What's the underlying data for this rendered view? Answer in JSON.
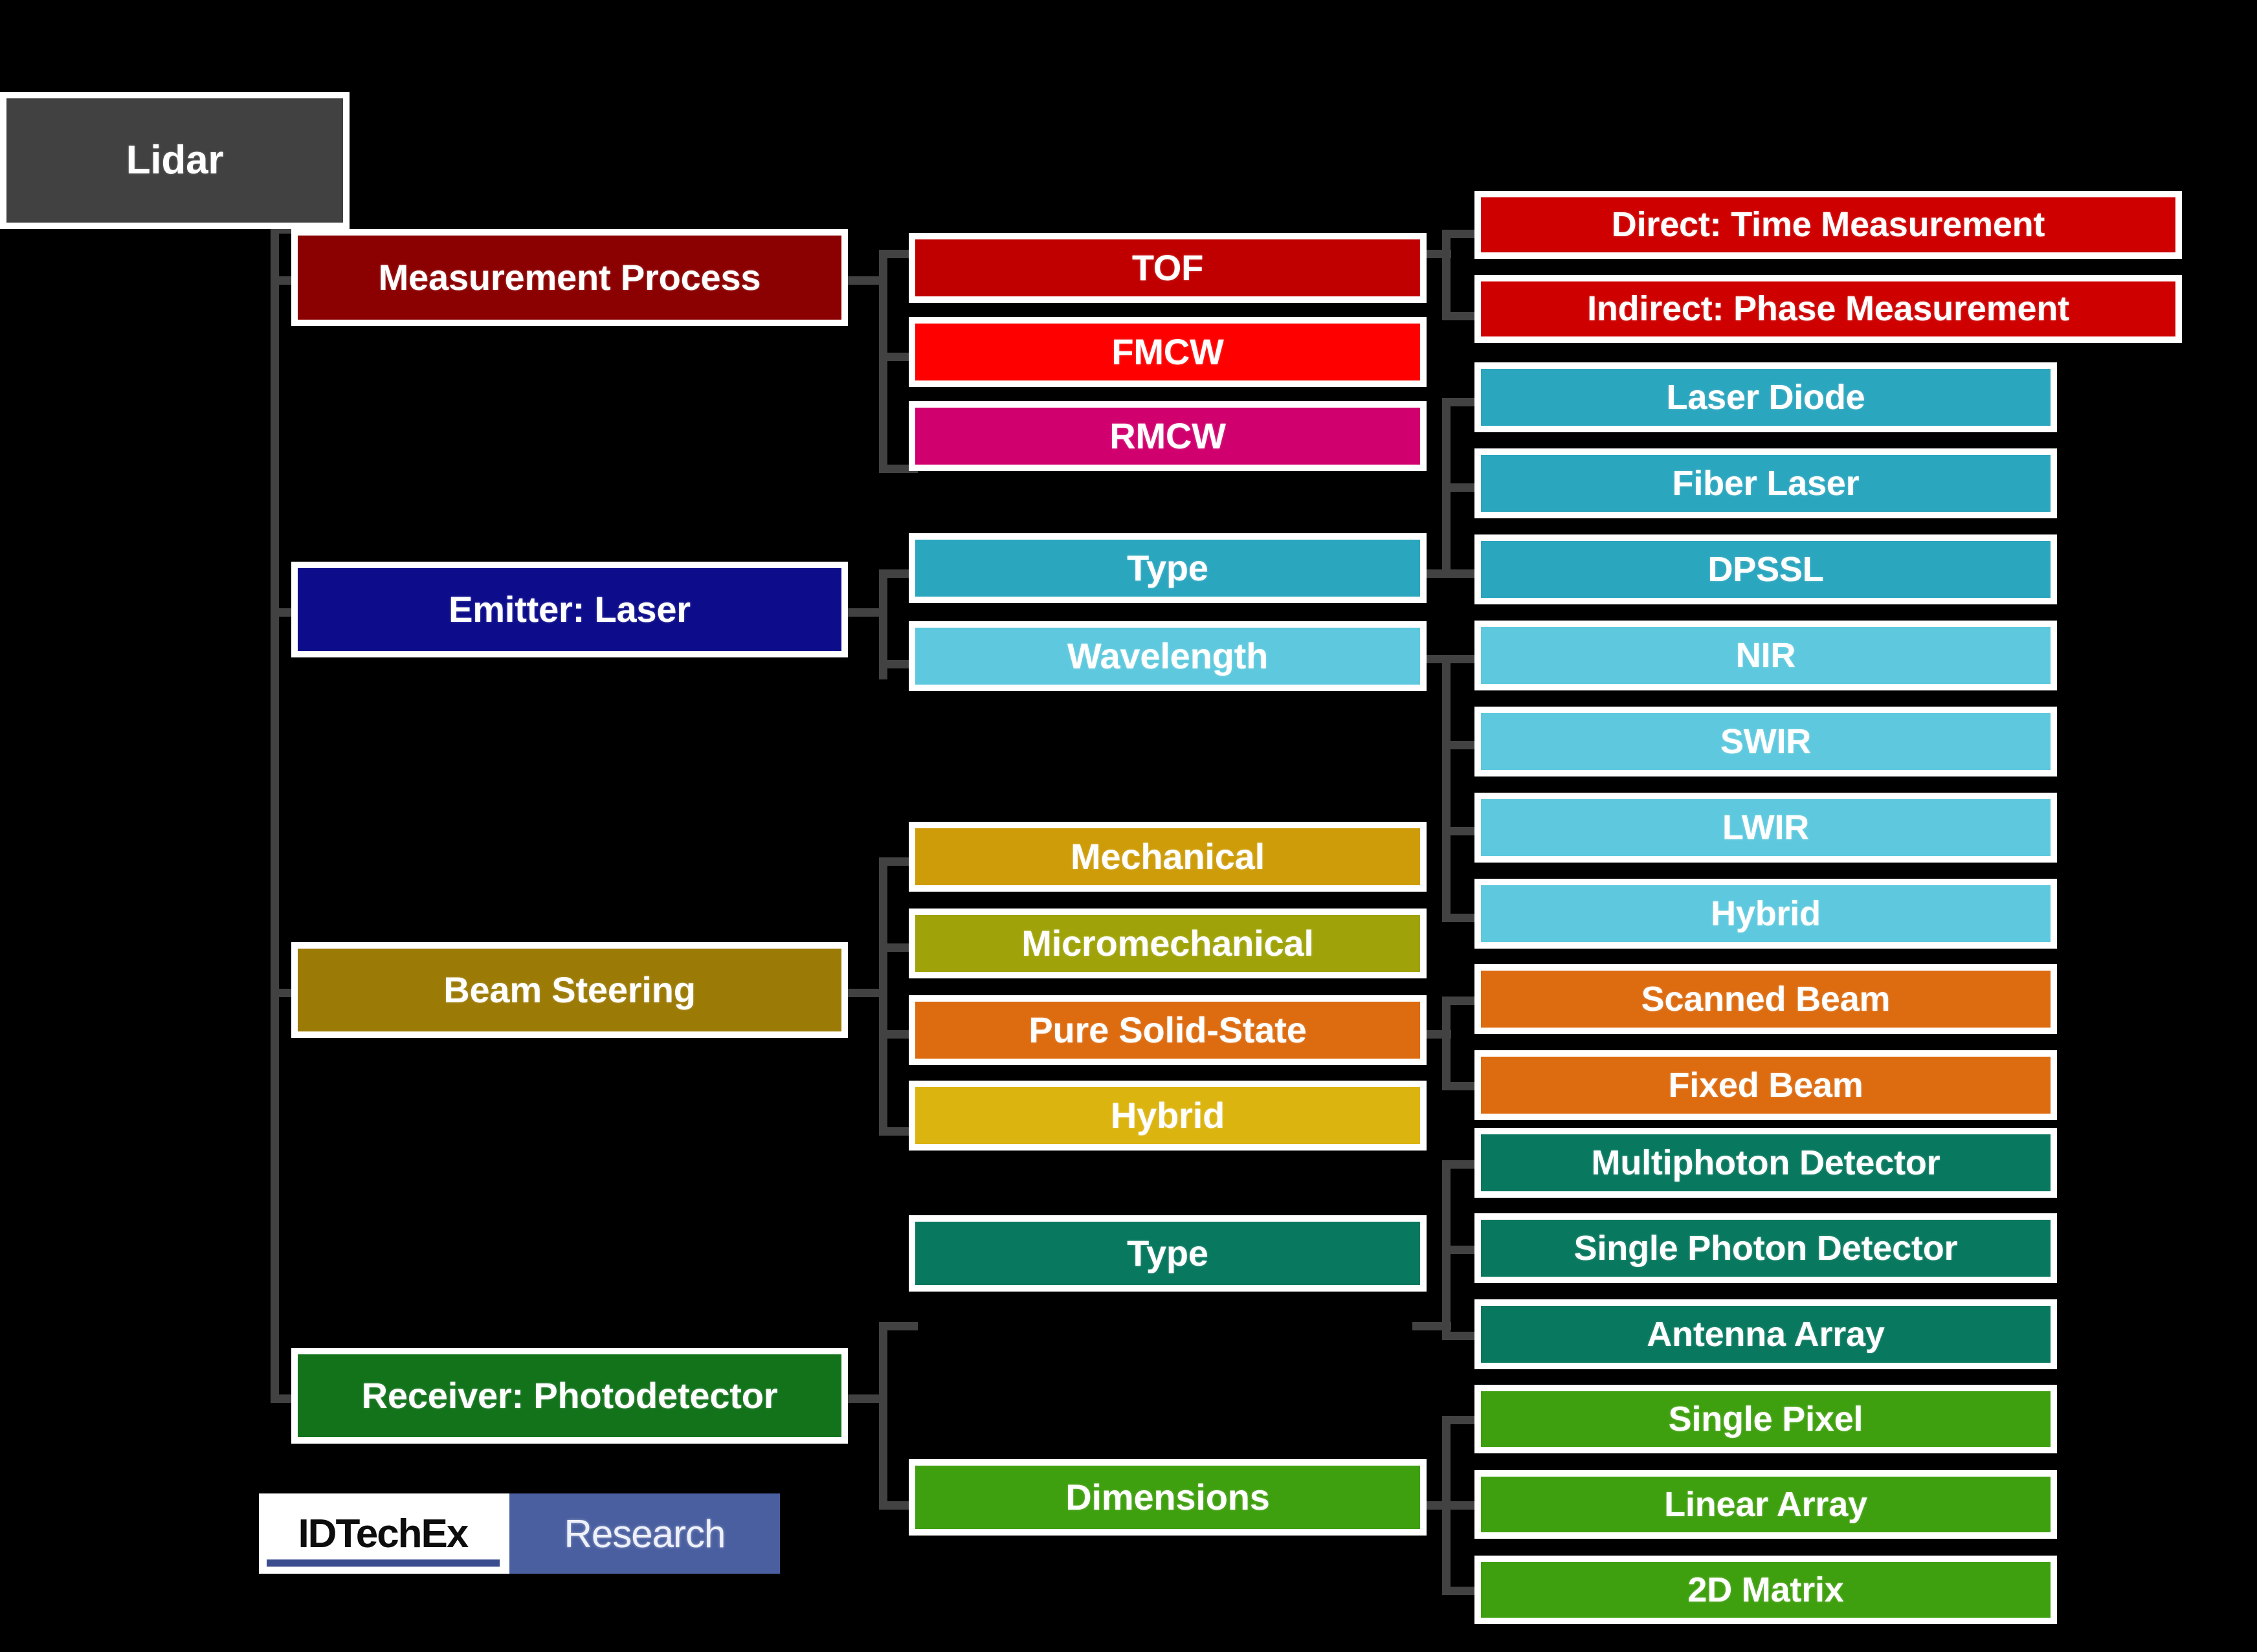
{
  "diagram": {
    "title": "Lidar taxonomy tree",
    "colors": {
      "background": "#000000",
      "connector": "#424242",
      "node_border": "#ffffff",
      "root": "#414141",
      "measurement_process": "#8b0000",
      "tof": "#c00000",
      "fmcw": "#fe0000",
      "rmcw": "#d1006f",
      "direct_indirect": "#ce0000",
      "emitter": "#0d0d8c",
      "type_laser": "#2ba6bf",
      "wavelength": "#5ec9de",
      "beam_steering": "#9c7a06",
      "mechanical": "#ce9c09",
      "micromechanical": "#9fa309",
      "pure_solid_state": "#dd6b10",
      "hybrid_steering": "#dcb410",
      "scanned_fixed_beam": "#dd6b10",
      "receiver": "#12731b",
      "detector_type": "#08785f",
      "dimensions": "#3fa00f"
    },
    "root": {
      "label": "Lidar"
    },
    "branches": [
      {
        "id": "measurement-process",
        "label": "Measurement Process",
        "children": [
          {
            "id": "tof",
            "label": "TOF",
            "children": [
              {
                "id": "direct-time-measurement",
                "label": "Direct: Time Measurement"
              },
              {
                "id": "indirect-phase-measurement",
                "label": "Indirect: Phase Measurement"
              }
            ]
          },
          {
            "id": "fmcw",
            "label": "FMCW",
            "children": []
          },
          {
            "id": "rmcw",
            "label": "RMCW",
            "children": []
          }
        ]
      },
      {
        "id": "emitter-laser",
        "label": "Emitter: Laser",
        "children": [
          {
            "id": "laser-type",
            "label": "Type",
            "children": [
              {
                "id": "laser-diode",
                "label": "Laser Diode"
              },
              {
                "id": "fiber-laser",
                "label": "Fiber Laser"
              },
              {
                "id": "dpssl",
                "label": "DPSSL"
              }
            ]
          },
          {
            "id": "wavelength",
            "label": "Wavelength",
            "children": [
              {
                "id": "nir",
                "label": "NIR"
              },
              {
                "id": "swir",
                "label": "SWIR"
              },
              {
                "id": "lwir",
                "label": "LWIR"
              },
              {
                "id": "hybrid-wavelength",
                "label": "Hybrid"
              }
            ]
          }
        ]
      },
      {
        "id": "beam-steering",
        "label": "Beam Steering",
        "children": [
          {
            "id": "mechanical",
            "label": "Mechanical"
          },
          {
            "id": "micromechanical",
            "label": "Micromechanical"
          },
          {
            "id": "pure-solid-state",
            "label": "Pure Solid-State"
          },
          {
            "id": "hybrid-steering",
            "label": "Hybrid"
          }
        ],
        "grandchildren": [
          {
            "id": "scanned-beam",
            "label": "Scanned Beam"
          },
          {
            "id": "fixed-beam",
            "label": "Fixed Beam"
          }
        ]
      },
      {
        "id": "receiver-photodetector",
        "label": "Receiver: Photodetector",
        "children": [
          {
            "id": "detector-type",
            "label": "Type",
            "children": [
              {
                "id": "multiphoton-detector",
                "label": "Multiphoton Detector"
              },
              {
                "id": "single-photon-detector",
                "label": "Single Photon Detector"
              },
              {
                "id": "antenna-array",
                "label": "Antenna Array"
              }
            ]
          },
          {
            "id": "dimensions",
            "label": "Dimensions",
            "children": [
              {
                "id": "single-pixel",
                "label": "Single Pixel"
              },
              {
                "id": "linear-array",
                "label": "Linear Array"
              },
              {
                "id": "2d-matrix",
                "label": "2D Matrix"
              }
            ]
          }
        ]
      }
    ],
    "logo": {
      "brand": "IDTechEx",
      "product": "Research"
    }
  }
}
